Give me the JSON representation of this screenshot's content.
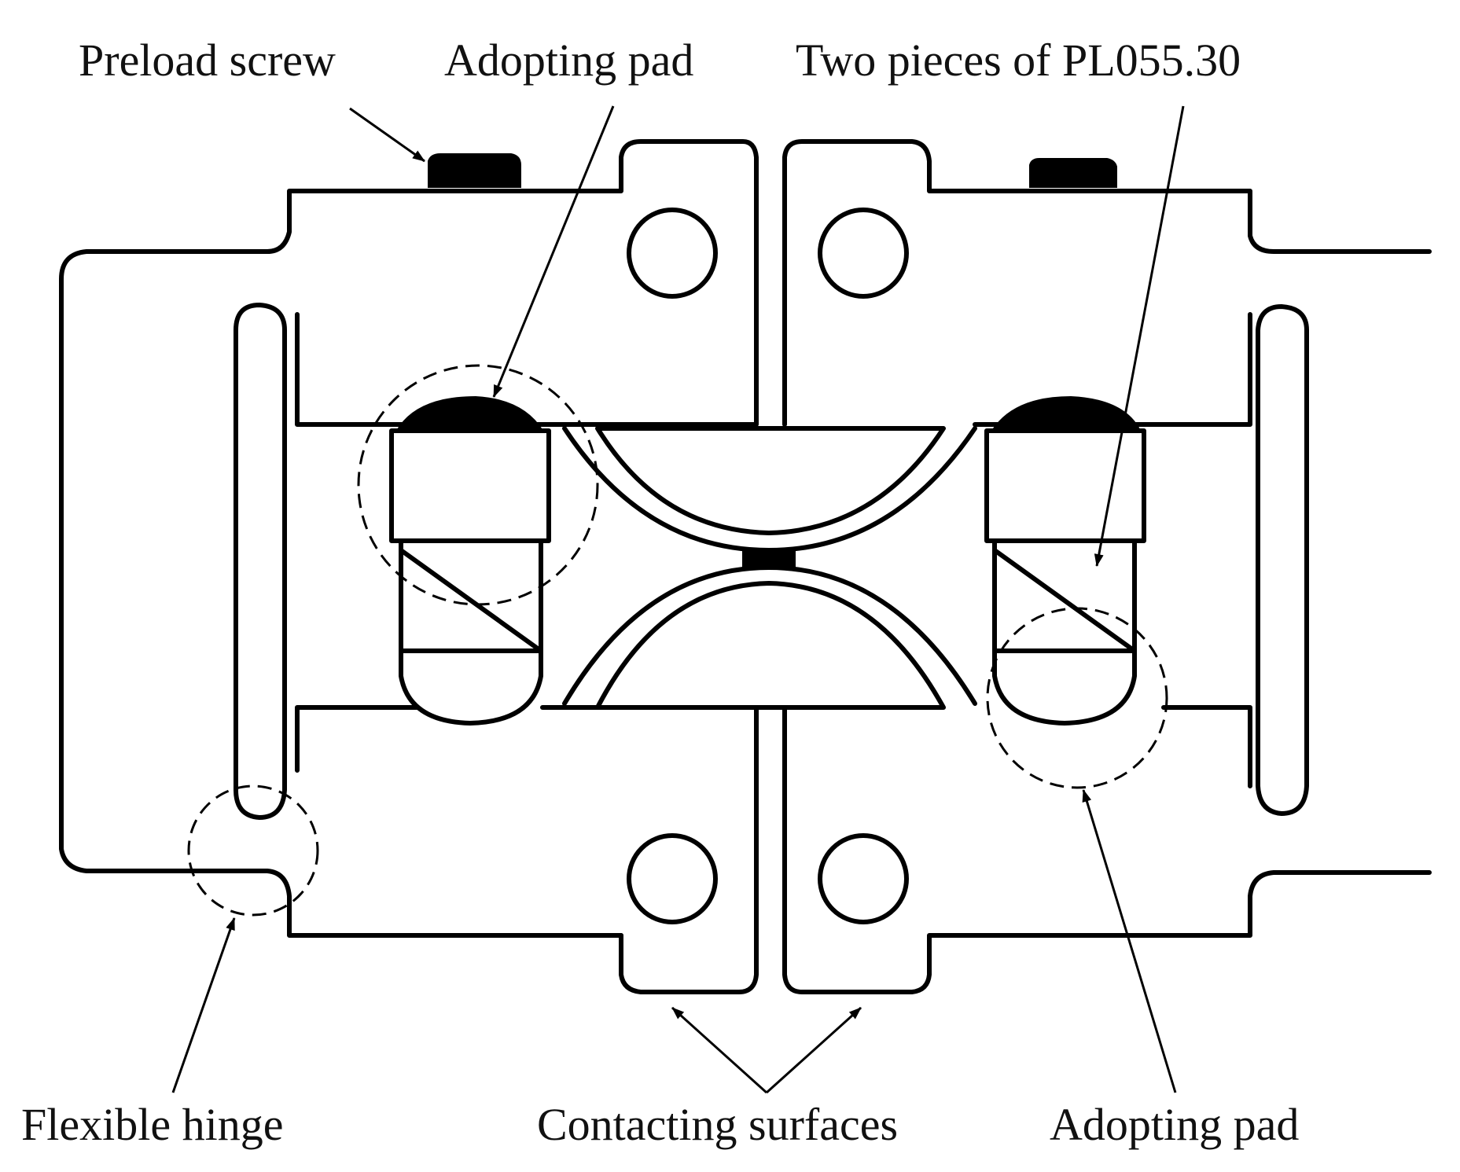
{
  "diagram": {
    "labels": {
      "preload_screw": "Preload screw",
      "adopting_pad_top": "Adopting pad",
      "two_pieces": "Two pieces of PL055.30",
      "flexible_hinge": "Flexible hinge",
      "contacting_surfaces": "Contacting surfaces",
      "adopting_pad_bottom": "Adopting pad"
    },
    "colors": {
      "line": "#000000",
      "background": "#ffffff"
    }
  }
}
